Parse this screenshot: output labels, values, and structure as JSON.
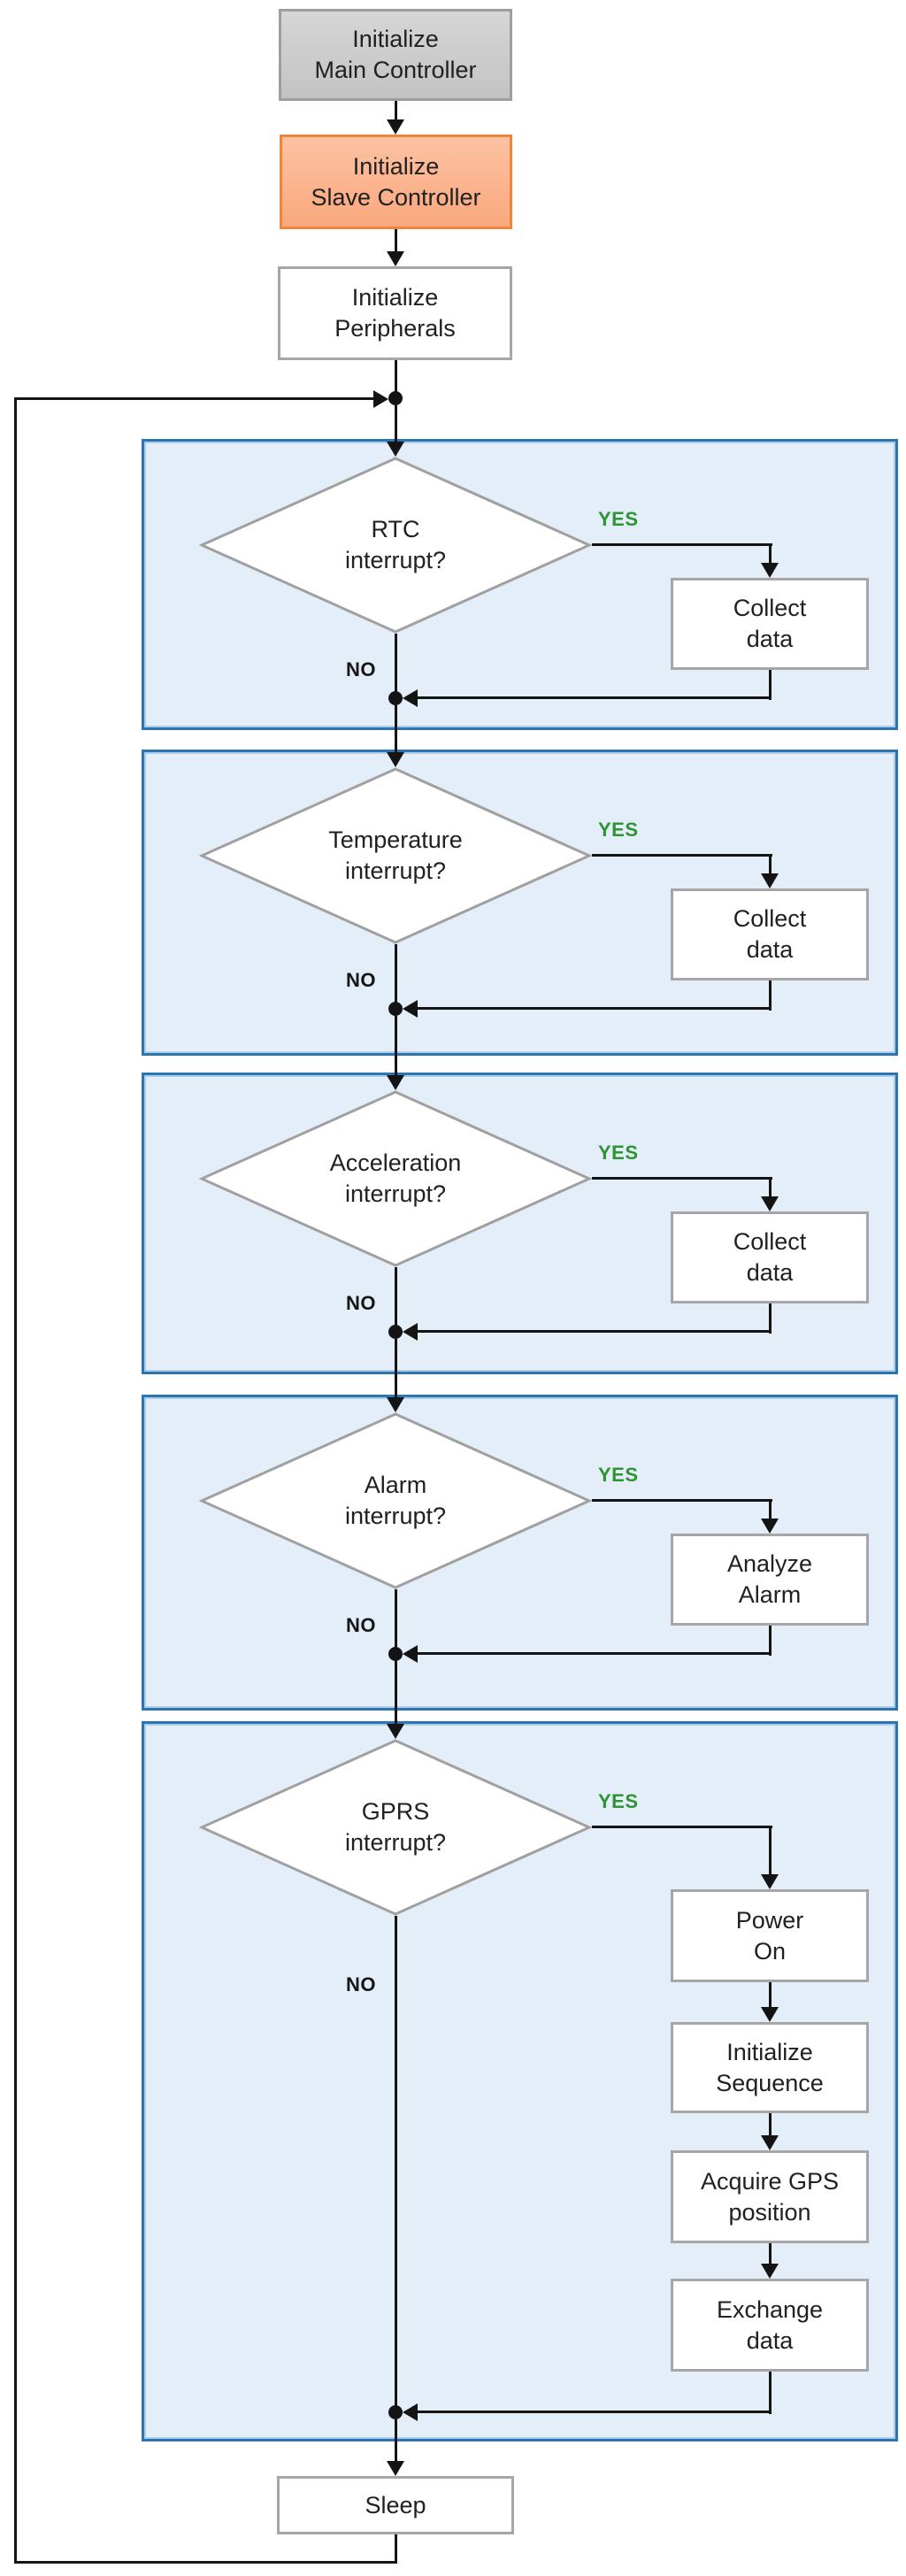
{
  "flowchart": {
    "start": {
      "label": "Initialize\nMain Controller"
    },
    "slave": {
      "label": "Initialize\nSlave Controller"
    },
    "peripherals": {
      "label": "Initialize\nPeripherals"
    },
    "sleep": {
      "label": "Sleep"
    },
    "sections": [
      {
        "name": "rtc",
        "question": "RTC\ninterrupt?",
        "yes": "YES",
        "no": "NO",
        "actions": [
          {
            "label": "Collect\ndata"
          }
        ]
      },
      {
        "name": "temperature",
        "question": "Temperature\ninterrupt?",
        "yes": "YES",
        "no": "NO",
        "actions": [
          {
            "label": "Collect\ndata"
          }
        ]
      },
      {
        "name": "acceleration",
        "question": "Acceleration\ninterrupt?",
        "yes": "YES",
        "no": "NO",
        "actions": [
          {
            "label": "Collect\ndata"
          }
        ]
      },
      {
        "name": "alarm",
        "question": "Alarm\ninterrupt?",
        "yes": "YES",
        "no": "NO",
        "actions": [
          {
            "label": "Analyze\nAlarm"
          }
        ]
      },
      {
        "name": "gprs",
        "question": "GPRS\ninterrupt?",
        "yes": "YES",
        "no": "NO",
        "actions": [
          {
            "label": "Power\nOn"
          },
          {
            "label": "Initialize\nSequence"
          },
          {
            "label": "Acquire GPS\nposition"
          },
          {
            "label": "Exchange\ndata"
          }
        ]
      }
    ],
    "colors": {
      "start_fill_top": "#d6d6d6",
      "start_fill_bot": "#c3c3c3",
      "start_border": "#9e9e9e",
      "slave_fill_top": "#fdc2a2",
      "slave_fill_bot": "#faa87d",
      "slave_border": "#f08438",
      "container_fill": "#e4eef8",
      "container_border": "#2b76b2",
      "node_border": "#a6a6a6",
      "diamond_border": "#a0a0a0",
      "yes_green": "#2e9433",
      "line": "#141414"
    }
  }
}
